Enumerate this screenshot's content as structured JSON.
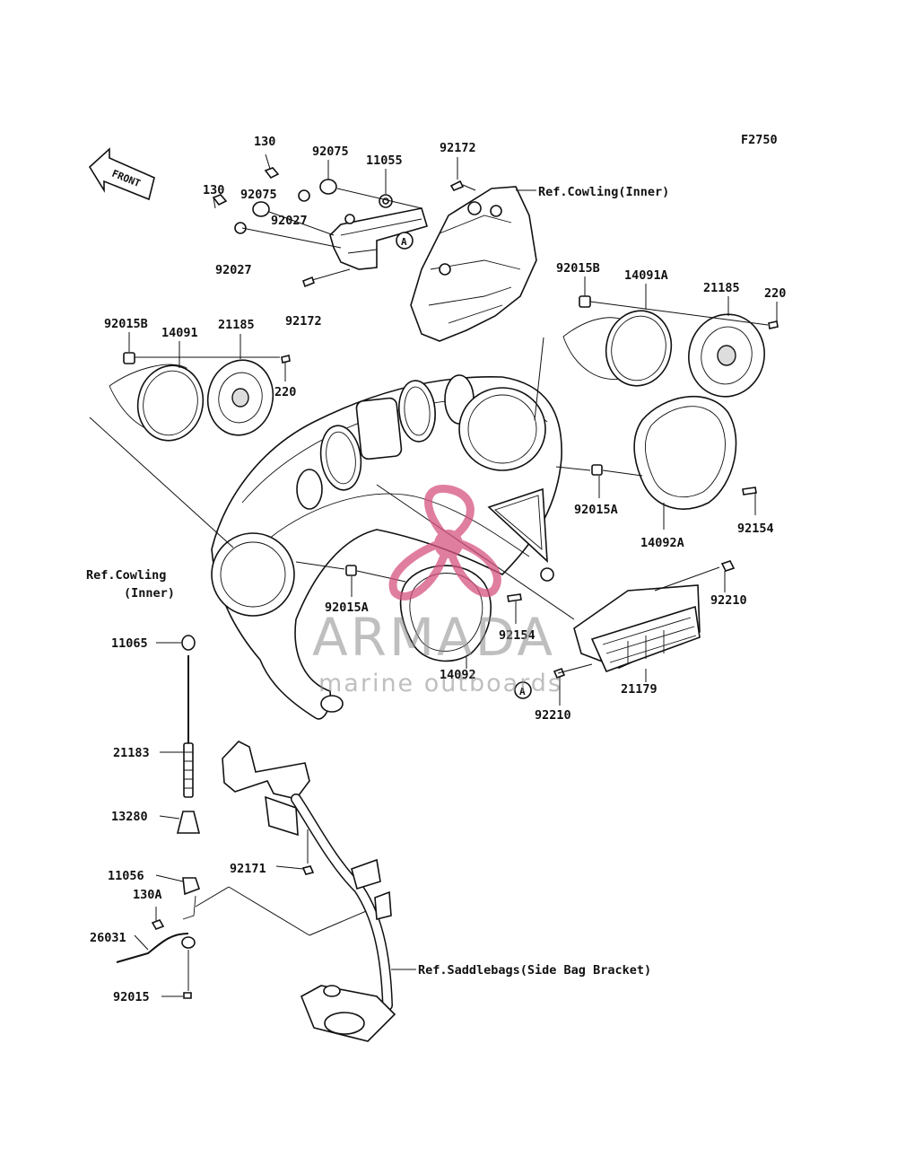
{
  "figure_id": "F2750",
  "front_label": "FRONT",
  "callout_a": "A",
  "refs": {
    "cowling_inner_top": "Ref.Cowling(Inner)",
    "cowling_inner_left_1": "Ref.Cowling",
    "cowling_inner_left_2": "(Inner)",
    "saddlebags": "Ref.Saddlebags(Side Bag Bracket)"
  },
  "parts": {
    "p130_a": "130",
    "p130_b": "130",
    "p92075_a": "92075",
    "p92075_b": "92075",
    "p11055": "11055",
    "p92172_a": "92172",
    "p92172_b": "92172",
    "p92027_a": "92027",
    "p92027_b": "92027",
    "p92015B_l": "92015B",
    "p14091": "14091",
    "p21185_l": "21185",
    "p220_l": "220",
    "p92015B_r": "92015B",
    "p14091A": "14091A",
    "p21185_r": "21185",
    "p220_r": "220",
    "p92015A_r": "92015A",
    "p14092A": "14092A",
    "p92154_r": "92154",
    "p92015A_c": "92015A",
    "p92154_c": "92154",
    "p14092": "14092",
    "p92210_a": "92210",
    "p92210_b": "92210",
    "p21179": "21179",
    "p11065": "11065",
    "p21183": "21183",
    "p13280": "13280",
    "p11056": "11056",
    "p130A": "130A",
    "p26031": "26031",
    "p92015": "92015",
    "p92171": "92171"
  },
  "watermark": {
    "brand": "ARMADA",
    "tagline": "marine outboards",
    "color": "#d6537f"
  }
}
